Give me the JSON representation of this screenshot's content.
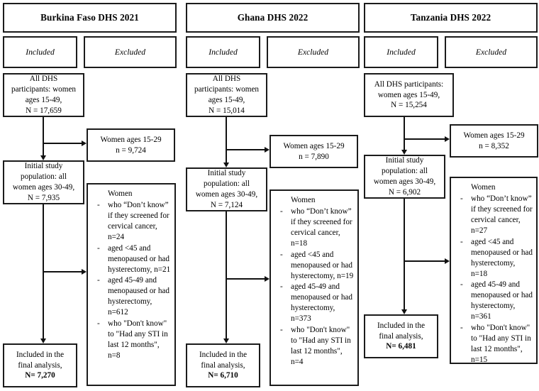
{
  "figure": {
    "type": "flowchart",
    "description": "Participant selection flow diagram for three DHS surveys"
  },
  "columns": [
    {
      "id": "burkina-faso",
      "title": "Burkina Faso DHS 2021",
      "included_label": "Included",
      "excluded_label": "Excluded",
      "all_participants": [
        "All DHS",
        "participants: women",
        "ages 15-49,",
        "N = 17,659"
      ],
      "excluded_young": [
        "Women ages 15-29",
        "n = 9,724"
      ],
      "initial_population": [
        "Initial study",
        "population: all",
        "women ages 30-49,",
        "N = 7,935"
      ],
      "excluded_head": "Women",
      "excluded_items": [
        "who “Don’t know” if they screened for cervical cancer, n=24",
        "aged <45 and menopaused or had hysterectomy, n=21",
        "aged 45-49 and menopaused or had hysterectomy, n=612",
        "who \"Don't know\" to \"Had any STI in last 12 months\", n=8"
      ],
      "final_text": [
        "Included in the",
        "final analysis,"
      ],
      "final_n": "N= 7,270"
    },
    {
      "id": "ghana",
      "title": "Ghana DHS 2022",
      "included_label": "Included",
      "excluded_label": "Excluded",
      "all_participants": [
        "All DHS",
        "participants: women",
        "ages 15-49,",
        "N = 15,014"
      ],
      "excluded_young": [
        "Women ages 15-29",
        "n = 7,890"
      ],
      "initial_population": [
        "Initial study",
        "population: all",
        "women ages 30-49,",
        "N = 7,124"
      ],
      "excluded_head": "Women",
      "excluded_items": [
        "who “Don’t know” if they screened for cervical cancer, n=18",
        "aged <45 and menopaused or had hysterectomy, n=19",
        "aged 45-49 and menopaused or had hysterectomy, n=373",
        "who \"Don't know\" to \"Had any STI in last 12 months\", n=4"
      ],
      "final_text": [
        "Included in the",
        "final analysis,"
      ],
      "final_n": "N= 6,710"
    },
    {
      "id": "tanzania",
      "title": "Tanzania DHS 2022",
      "included_label": "Included",
      "excluded_label": "Excluded",
      "all_participants": [
        "All DHS participants:",
        "women ages 15-49,",
        "N = 15,254"
      ],
      "excluded_young": [
        "Women ages 15-29",
        "n = 8,352"
      ],
      "initial_population": [
        "Initial study",
        "population: all",
        "women ages 30-49,",
        "N = 6,902"
      ],
      "excluded_head": "Women",
      "excluded_items": [
        "who “Don’t know” if they screened for cervical cancer, n=27",
        "aged <45 and menopaused or had hysterectomy, n=18",
        "aged 45-49 and menopaused or had hysterectomy, n=361",
        "who \"Don't know\" to \"Had any STI in last 12 months\", n=15"
      ],
      "final_text": [
        "Included in the",
        "final analysis,"
      ],
      "final_n": "N= 6,481"
    }
  ],
  "colors": {
    "stroke": "#1b1b1b",
    "background": "#ffffff",
    "text": "#000000"
  }
}
